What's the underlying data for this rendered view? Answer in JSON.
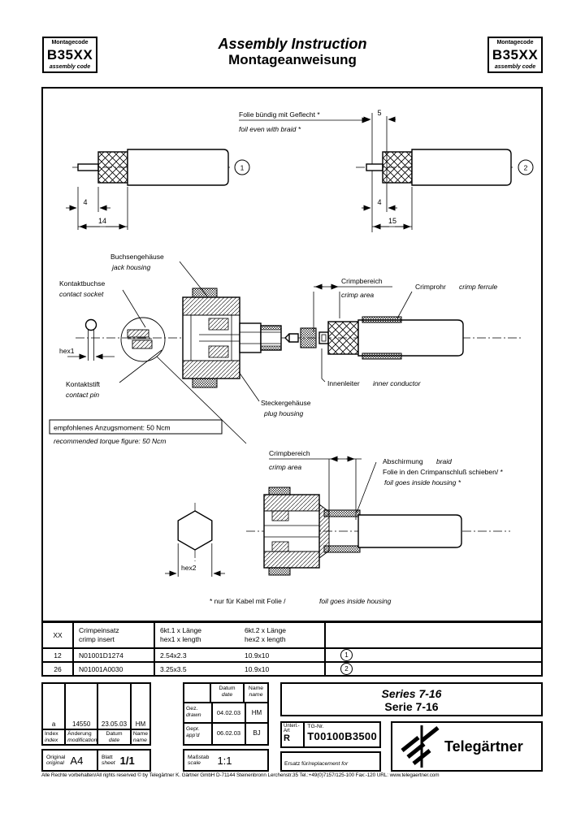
{
  "header": {
    "code": {
      "top": "Montagecode",
      "value": "B35XX",
      "bottom": "assembly code"
    },
    "title_en": "Assembly Instruction",
    "title_de": "Montageanweisung"
  },
  "drawing": {
    "foil": {
      "de": "Folie bündig mit Geflecht *",
      "en": "foil even with braid *",
      "dim": "5"
    },
    "cable1": {
      "dim1": "4",
      "dim2": "14",
      "ref": "1"
    },
    "cable2": {
      "dim1": "4",
      "dim2": "15",
      "ref": "2"
    },
    "labels": {
      "jack_housing": {
        "de": "Buchsengehäuse",
        "en": "jack housing"
      },
      "contact_socket": {
        "de": "Kontaktbuchse",
        "en": "contact socket"
      },
      "contact_pin": {
        "de": "Kontaktstift",
        "en": "contact pin"
      },
      "plug_housing": {
        "de": "Steckergehäuse",
        "en": "plug housing"
      },
      "inner_conductor": {
        "de": "Innenleiter",
        "en": "inner conductor"
      },
      "crimp_area": {
        "de": "Crimpbereich",
        "en": "crimp area"
      },
      "crimp_ferrule": {
        "de": "Crimprohr",
        "en": "crimp ferrule"
      },
      "braid": {
        "de": "Abschirmung",
        "en": "braid"
      },
      "foil_inside": {
        "de": "Folie in den Crimpanschluß schieben/ *",
        "en": "foil goes inside housing *"
      },
      "hex1": "hex1",
      "hex2": "hex2"
    },
    "torque": {
      "de": "empfohlenes Anzugsmoment: 50 Ncm",
      "en": "recommended torque figure: 50 Ncm"
    },
    "footnote": {
      "de": "* nur für Kabel mit Folie /",
      "en": "foil goes inside housing"
    }
  },
  "table": {
    "col_xx": "XX",
    "col_insert": {
      "de": "Crimpeinsatz",
      "en": "crimp insert"
    },
    "col_hex1": {
      "de": "6kt.1 x Länge",
      "en": "hex1 x length"
    },
    "col_hex2": {
      "de": "6kt.2 x Länge",
      "en": "hex2 x length"
    },
    "rows": [
      {
        "xx": "12",
        "insert": "N01001D1274",
        "hex1": "2.54x2.3",
        "hex2": "10.9x10",
        "ref": "1"
      },
      {
        "xx": "26",
        "insert": "N01001A0030",
        "hex1": "3.25x3.5",
        "hex2": "10.9x10",
        "ref": "2"
      }
    ]
  },
  "titleblock": {
    "revision": {
      "value_index": "a",
      "value_mod": "14550",
      "value_date": "23.05.03",
      "value_name": "HM",
      "index_de": "Index",
      "index_en": "index",
      "mod_de": "Änderung",
      "mod_en": "modification",
      "date_de": "Datum",
      "date_en": "date",
      "name_de": "Name",
      "name_en": "name"
    },
    "original": {
      "de": "Original",
      "en": "original",
      "value": "A4"
    },
    "sheet": {
      "de": "Blatt",
      "en": "sheet",
      "value": "1/1"
    },
    "approvals": {
      "date_de": "Datum",
      "date_en": "date",
      "name_de": "Name",
      "name_en": "name",
      "drawn_de": "Gez.",
      "drawn_en": "drawn",
      "drawn_date": "04.02.03",
      "drawn_by": "HM",
      "appd_de": "Gepr.",
      "appd_en": "app'd",
      "appd_date": "06.02.03",
      "appd_by": "BJ"
    },
    "scale": {
      "de": "Maßstab",
      "en": "scale",
      "value": "1:1"
    },
    "series": {
      "en": "Series 7-16",
      "de": "Serie 7-16"
    },
    "doc": {
      "unterl_line1": "Unterl.-",
      "unterl_line2": "Art",
      "unterl_value": "R",
      "tg_label": "TG-Nr.",
      "tg_value": "T00100B3500"
    },
    "ersatz": {
      "de": "Ersatz für/",
      "en": "replacement for"
    },
    "company": "Telegärtner"
  },
  "footer": {
    "text": "Alle Rechte vorbehalten/All rights reserved © by Telegärtner K. Gärtner GmbH D-71144 Steinenbronn Lerchenstr.35 Tel.:+49(0)7157/125-100 Fax:-120 URL: www.telegaertner.com"
  }
}
